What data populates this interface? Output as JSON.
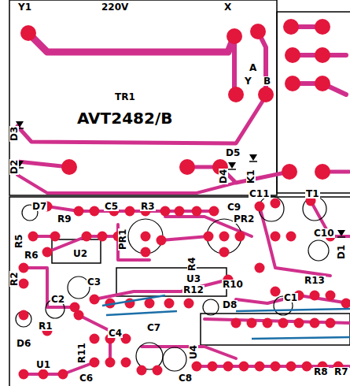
{
  "diagram": {
    "labels": [
      "Y1",
      "220V",
      "X",
      "A",
      "Y",
      "B",
      "TR1",
      "AVT2482/B",
      "D3",
      "D5",
      "D2",
      "D4",
      "K1",
      "C11",
      "T1",
      "D7",
      "C5",
      "R3",
      "C9",
      "R9",
      "PR2",
      "PR1",
      "R5",
      "C10",
      "D1",
      "R6",
      "U2",
      "R4",
      "R13",
      "R2",
      "C3",
      "U3",
      "R10",
      "C1",
      "R12",
      "C2",
      "D8",
      "R1",
      "C4",
      "C7",
      "D6",
      "R11",
      "U4",
      "U1",
      "R8",
      "R7",
      "C6",
      "C8"
    ]
  }
}
